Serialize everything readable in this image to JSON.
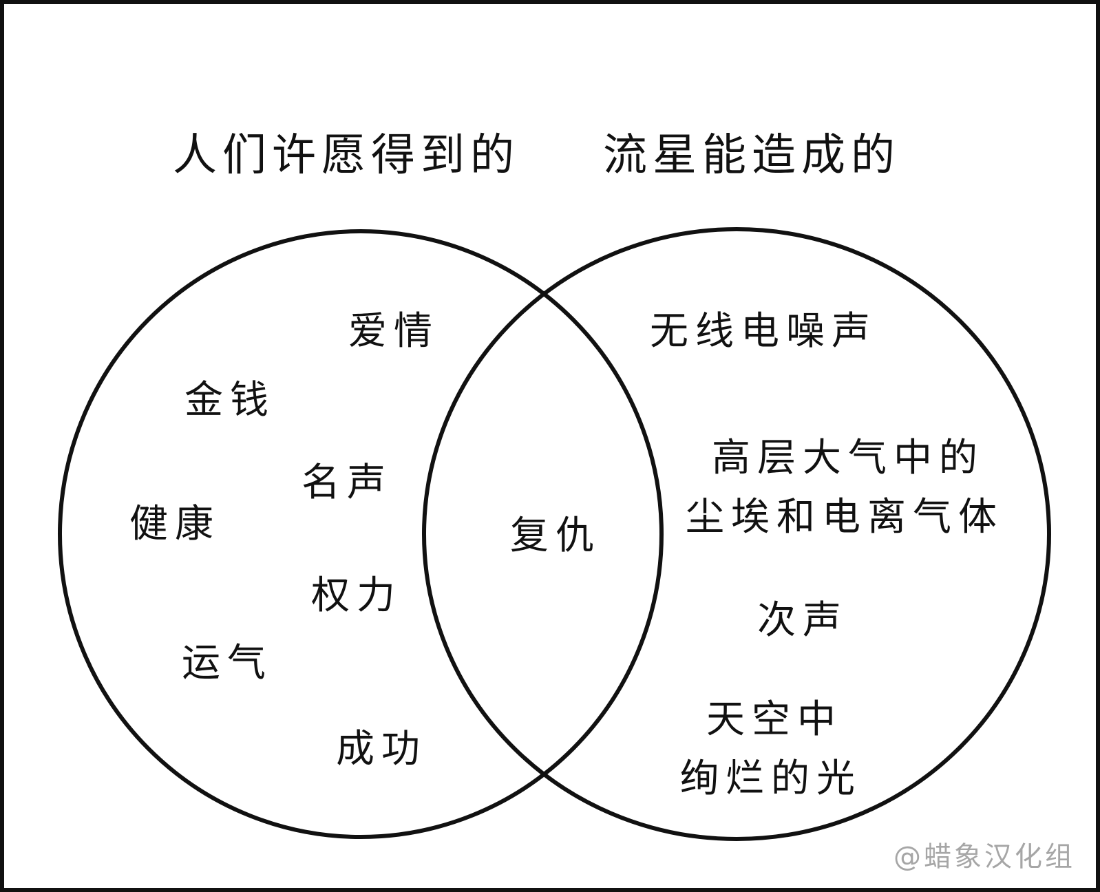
{
  "titles": {
    "left": "人们许愿得到的",
    "right": "流星能造成的"
  },
  "left_set": {
    "items": [
      "爱情",
      "金钱",
      "名声",
      "健康",
      "权力",
      "运气",
      "成功"
    ]
  },
  "intersection": {
    "items": [
      "复仇"
    ]
  },
  "right_set": {
    "items": [
      "无线电噪声",
      "高层大气中的",
      "尘埃和电离气体",
      "次声",
      "天空中",
      "绚烂的光"
    ]
  },
  "watermark": "@蜡象汉化组",
  "colors": {
    "stroke": "#111111",
    "background": "#ffffff",
    "watermark": "#a6a6a6"
  }
}
